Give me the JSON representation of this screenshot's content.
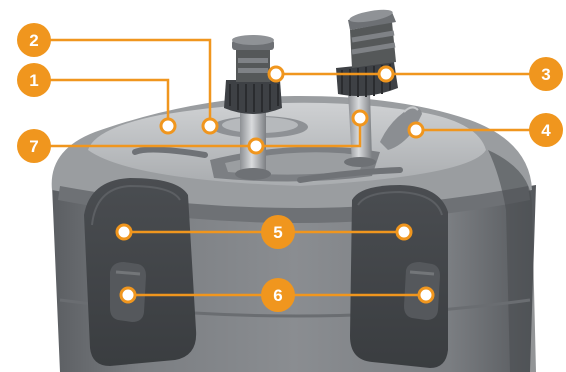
{
  "diagram": {
    "callouts": [
      {
        "id": "1",
        "label": "1"
      },
      {
        "id": "2",
        "label": "2"
      },
      {
        "id": "3",
        "label": "3"
      },
      {
        "id": "4",
        "label": "4"
      },
      {
        "id": "5",
        "label": "5"
      },
      {
        "id": "6",
        "label": "6"
      },
      {
        "id": "7",
        "label": "7"
      }
    ],
    "colors": {
      "accent": "#f0961e",
      "leader_line": "#f0961e",
      "point_fill": "#ffffff",
      "badge_text": "#ffffff"
    }
  }
}
